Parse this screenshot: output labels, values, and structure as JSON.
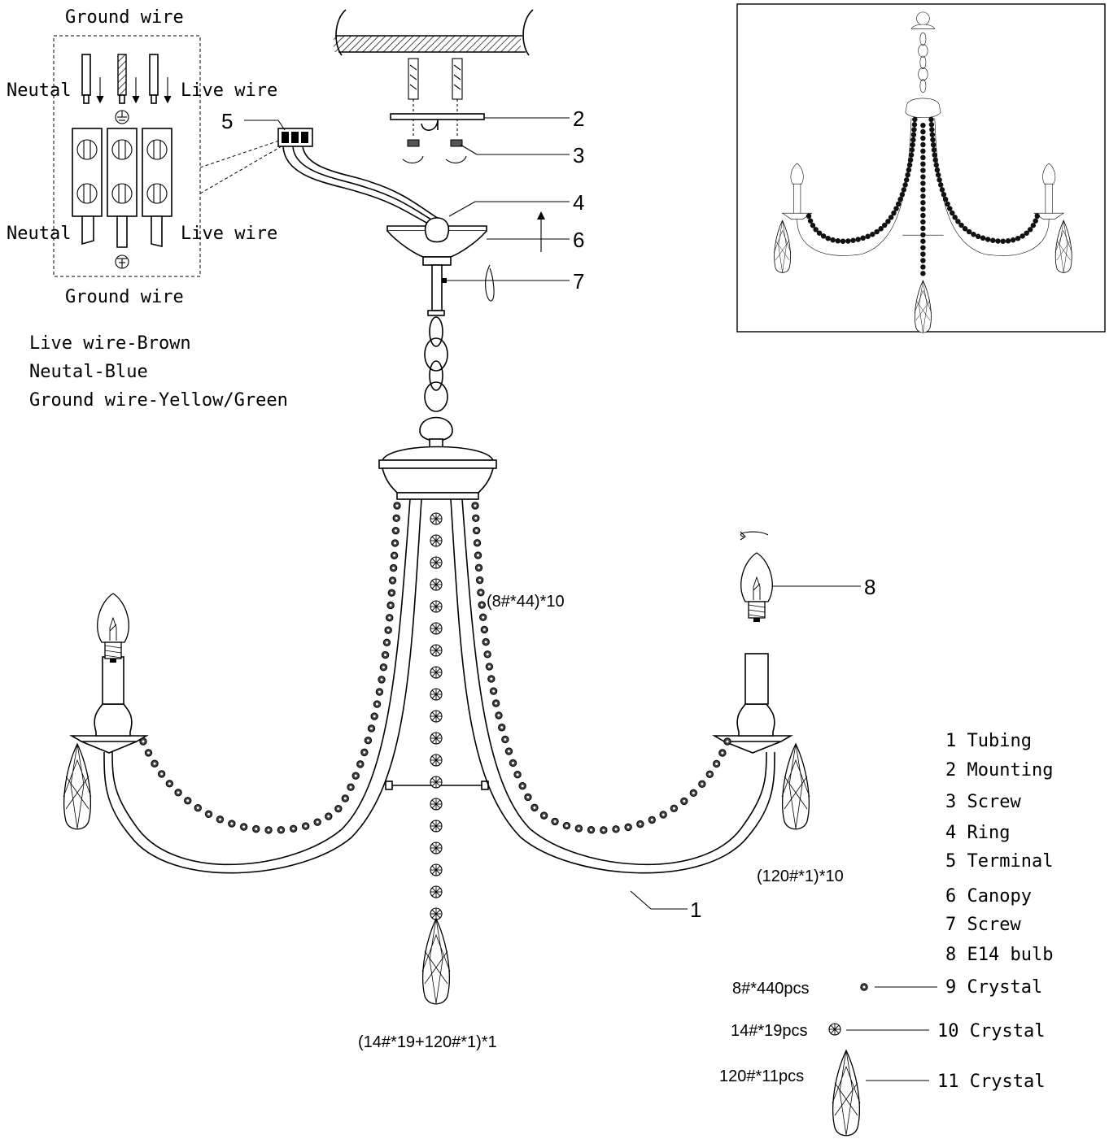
{
  "wiring": {
    "ground_top": "Ground wire",
    "neutal_top": "Neutal",
    "live_top": "Live wire",
    "neutal_bottom": "Neutal",
    "live_bottom": "Live wire",
    "ground_bottom": "Ground wire",
    "legend": [
      "Live wire-Brown",
      "Neutal-Blue",
      "Ground wire-Yellow/Green"
    ]
  },
  "callouts": {
    "c1": "1",
    "c2": "2",
    "c3": "3",
    "c4": "4",
    "c5": "5",
    "c6": "6",
    "c7": "7",
    "c8": "8"
  },
  "annotations": {
    "bead_chain": "(8#*44)*10",
    "arm_drop": "(120#*1)*10",
    "center_drop": "(14#*19+120#*1)*1"
  },
  "parts": [
    {
      "label": "1 Tubing"
    },
    {
      "label": "2 Mounting"
    },
    {
      "label": "3 Screw"
    },
    {
      "label": "4 Ring"
    },
    {
      "label": "5 Terminal"
    },
    {
      "label": "6 Canopy"
    },
    {
      "label": "7 Screw"
    },
    {
      "label": "8 E14 bulb"
    },
    {
      "label": "9 Crystal",
      "qty": "8#*440pcs"
    },
    {
      "label": "10 Crystal",
      "qty": "14#*19pcs"
    },
    {
      "label": "11 Crystal",
      "qty": "120#*11pcs"
    }
  ]
}
